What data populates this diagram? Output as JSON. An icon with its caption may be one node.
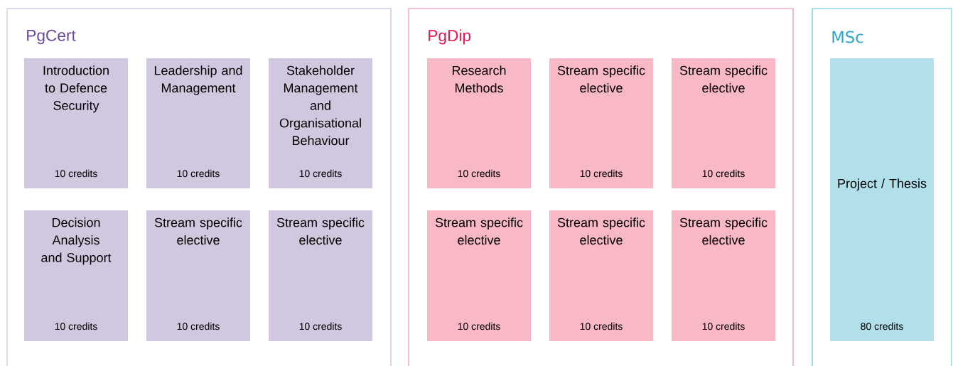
{
  "diagram": {
    "nodes": [
      {
        "text": [
          "PgCert"
        ]
      },
      {
        "text": [
          "Introduction to Defence Security",
          "10 credits"
        ],
        "in": 0
      },
      {
        "text": [
          "Leadership and Management",
          "10 credits"
        ],
        "in": 0
      },
      {
        "text": [
          "Stakeholder Management and Organisational Behaviour",
          "10 credits"
        ],
        "in": 0
      },
      {
        "text": [
          "Decision Analysis and Support",
          "10 credits"
        ],
        "in": 0
      },
      {
        "text": [
          "Stream specific elective",
          "10 credits"
        ],
        "in": 0
      },
      {
        "text": [
          "Stream specific elective",
          "10 credits"
        ],
        "in": 0
      },
      {
        "text": [
          "PgDip"
        ]
      },
      {
        "text": [
          "Research Methods",
          "10 credits"
        ],
        "in": 7
      },
      {
        "text": [
          "Stream specific elective",
          "10 credits"
        ],
        "in": 7
      },
      {
        "text": [
          "Stream specific elective",
          "10 credits"
        ],
        "in": 7
      },
      {
        "text": [
          "Stream specific elective",
          "10 credits"
        ],
        "in": 7
      },
      {
        "text": [
          "Stream specific elective",
          "10 credits"
        ],
        "in": 7
      },
      {
        "text": [
          "Stream specific elective",
          "10 credits"
        ],
        "in": 7
      },
      {
        "text": [
          "MSc"
        ]
      },
      {
        "text": [
          "Project / Thesis",
          "80 credits"
        ],
        "in": 14
      }
    ]
  }
}
